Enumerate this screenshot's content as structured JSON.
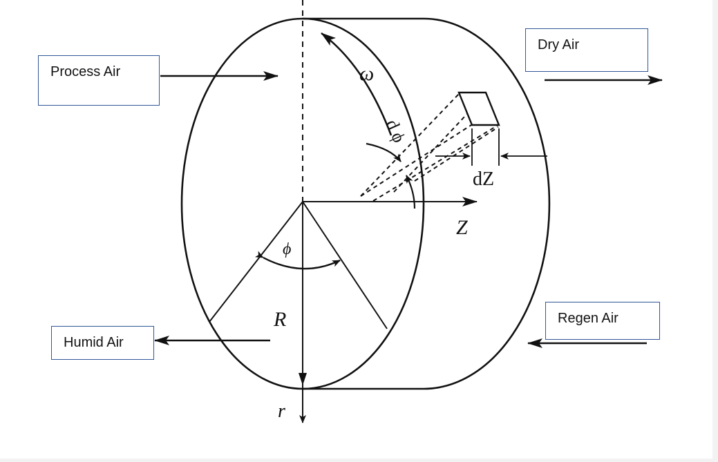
{
  "labels": {
    "process_air": "Process Air",
    "dry_air": "Dry Air",
    "humid_air": "Humid Air",
    "regen_air": "Regen Air"
  },
  "symbols": {
    "omega": "ω",
    "d_phi": "d ϕ",
    "dz": "dZ",
    "z": "Z",
    "phi": "ϕ",
    "big_r": "R",
    "small_r": "r"
  },
  "colors": {
    "line": "#111111",
    "box_border": "#2f5597"
  }
}
